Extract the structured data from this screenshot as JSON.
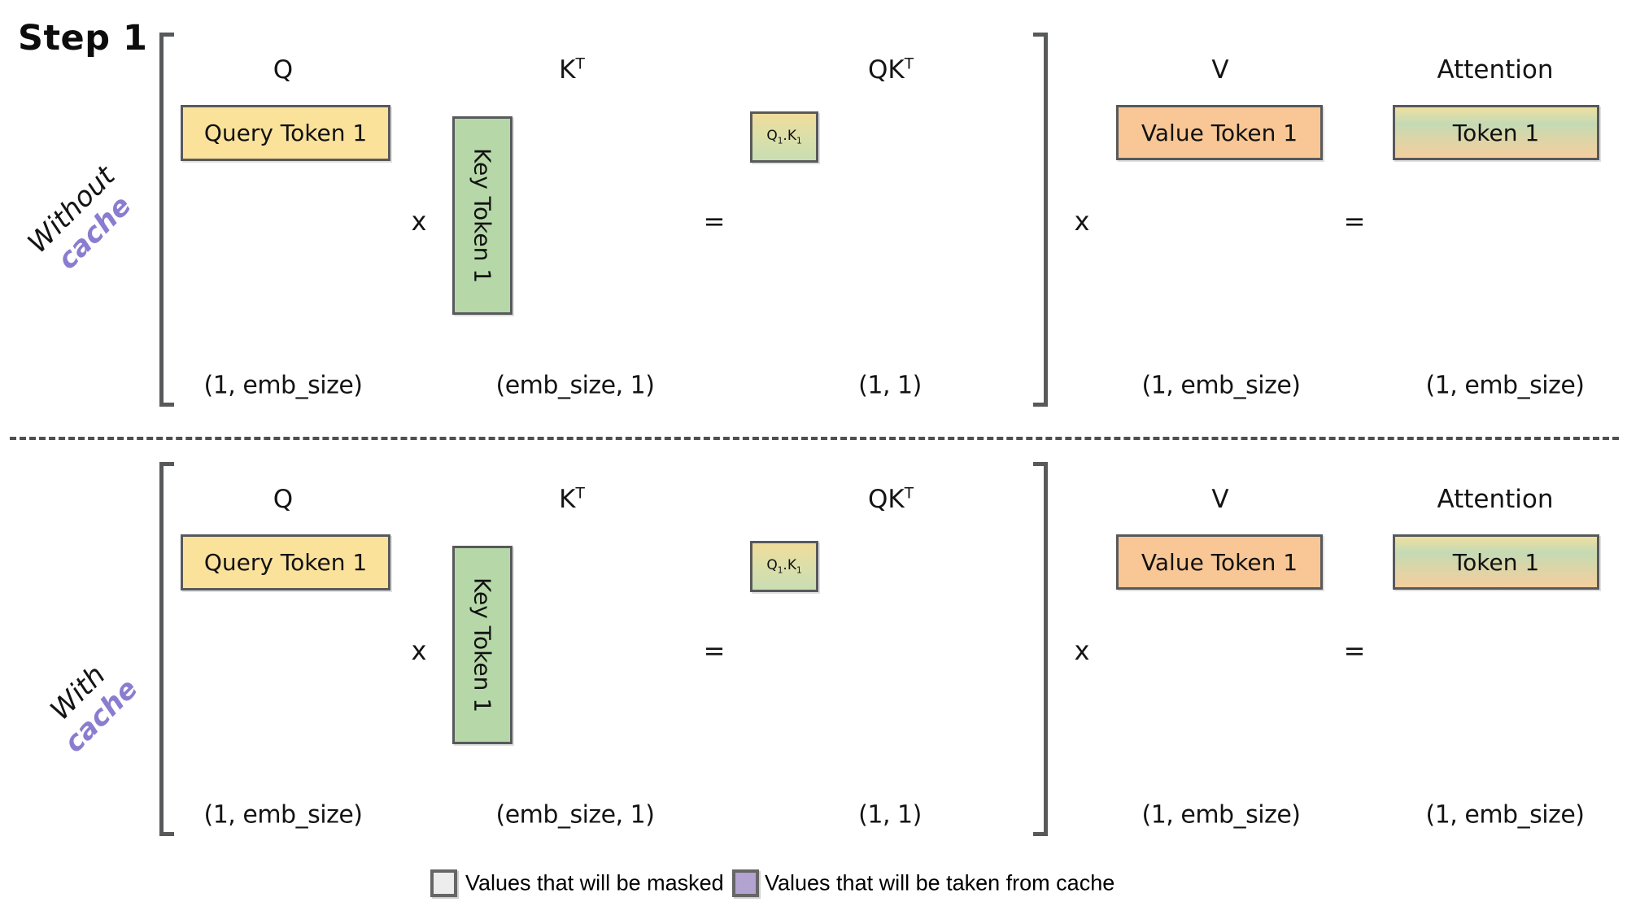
{
  "title": "Step 1",
  "colors": {
    "query_yellow": "#FBE29B",
    "key_green": "#B6D8A8",
    "value_orange": "#F8C795",
    "qk_gradient_top": "#F0DC9B",
    "qk_gradient_bottom": "#C9DEB3",
    "token_gradient_top": "#EFE0A0",
    "token_gradient_mid": "#C4DAB4",
    "token_gradient_bottom": "#F4CE9E",
    "masked_swatch": "#EDEDED",
    "cache_swatch": "#B2A3D1",
    "cache_label_purple": "#8A7DD0",
    "border_gray": "#58595B"
  },
  "rows": [
    {
      "side_label_line1": "Without",
      "side_label_line2": "cache",
      "labels": {
        "q": "Q",
        "k_base": "K",
        "k_sup": "T",
        "qk_base": "QK",
        "qk_sup": "T",
        "v": "V",
        "attention": "Attention"
      },
      "boxes": {
        "query": "Query Token 1",
        "key": "Key Token 1",
        "qk": {
          "b1": "Q",
          "s1": "1",
          "dot": ".",
          "b2": "K",
          "s2": "1"
        },
        "value": "Value Token 1",
        "token": "Token 1"
      },
      "operators": {
        "times1": "x",
        "equals1": "=",
        "times2": "x",
        "equals2": "="
      },
      "dims": {
        "q": "(1, emb_size)",
        "k": "(emb_size, 1)",
        "qk": "(1, 1)",
        "v": "(1, emb_size)",
        "attention": "(1, emb_size)"
      }
    },
    {
      "side_label_line1": "With",
      "side_label_line2": "cache",
      "labels": {
        "q": "Q",
        "k_base": "K",
        "k_sup": "T",
        "qk_base": "QK",
        "qk_sup": "T",
        "v": "V",
        "attention": "Attention"
      },
      "boxes": {
        "query": "Query Token 1",
        "key": "Key Token 1",
        "qk": {
          "b1": "Q",
          "s1": "1",
          "dot": ".",
          "b2": "K",
          "s2": "1"
        },
        "value": "Value Token 1",
        "token": "Token 1"
      },
      "operators": {
        "times1": "x",
        "equals1": "=",
        "times2": "x",
        "equals2": "="
      },
      "dims": {
        "q": "(1, emb_size)",
        "k": "(emb_size, 1)",
        "qk": "(1, 1)",
        "v": "(1, emb_size)",
        "attention": "(1, emb_size)"
      }
    }
  ],
  "legend": {
    "masked_label": "Values that will be masked",
    "cache_label": "Values that will be taken from cache"
  }
}
